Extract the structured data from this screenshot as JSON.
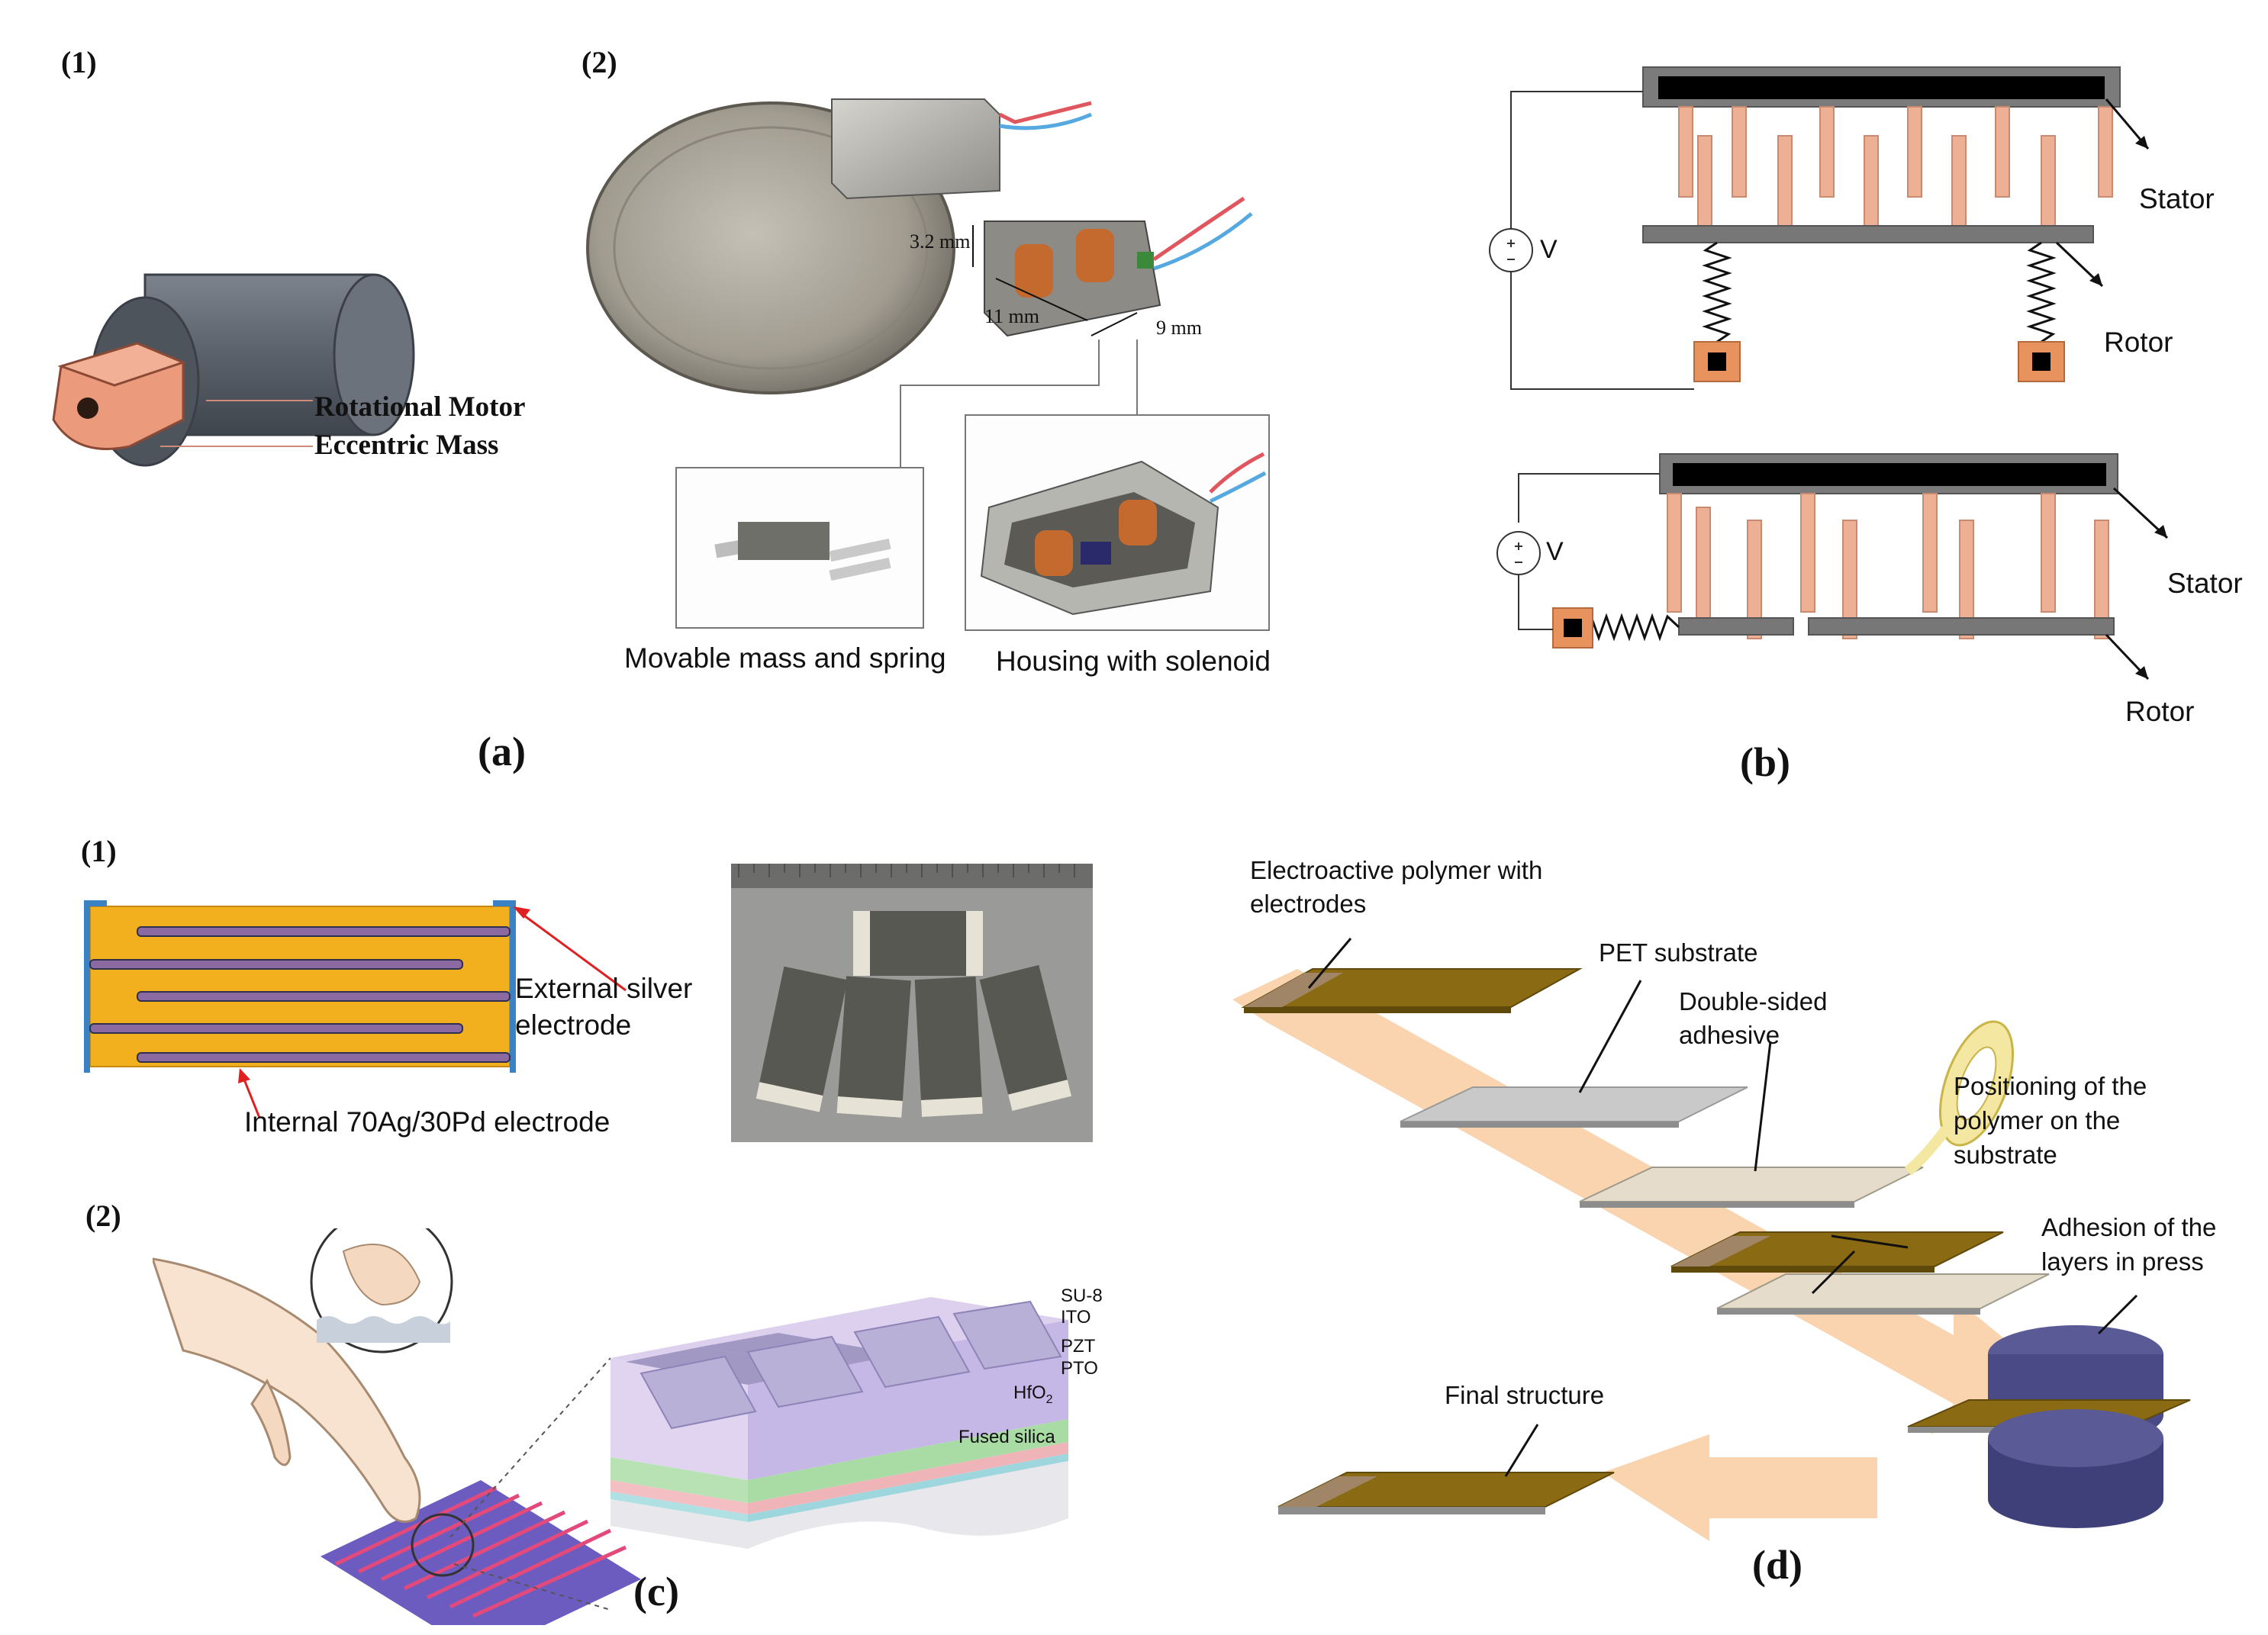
{
  "panel_a": {
    "caption": "(a)",
    "sub1": {
      "tag": "(1)",
      "label_motor": "Rotational Motor",
      "label_mass": "Eccentric Mass"
    },
    "sub2": {
      "tag": "(2)",
      "dim_height": "3.2 mm",
      "dim_length": "11 mm",
      "dim_width": "9 mm",
      "inset_left_caption": "Movable mass and spring",
      "inset_right_caption": "Housing with solenoid"
    }
  },
  "panel_b": {
    "caption": "(b)",
    "top": {
      "voltage": "V",
      "stator": "Stator",
      "rotor": "Rotor"
    },
    "bottom": {
      "voltage": "V",
      "stator": "Stator",
      "rotor": "Rotor"
    }
  },
  "panel_c": {
    "caption": "(c)",
    "sub1": {
      "tag": "(1)",
      "external_label_line1": "External silver",
      "external_label_line2": "electrode",
      "internal_label": "Internal 70Ag/30Pd electrode"
    },
    "sub2": {
      "tag": "(2)",
      "layers": [
        "SU-8",
        "ITO",
        "PZT",
        "PTO",
        "HfO",
        "Fused silica"
      ],
      "hfo_subscript": "2"
    }
  },
  "panel_d": {
    "caption": "(d)",
    "step_polymer_line1": "Electroactive polymer with",
    "step_polymer_line2": "electrodes",
    "step_pet": "PET substrate",
    "step_adhesive_line1": "Double-sided",
    "step_adhesive_line2": "adhesive",
    "step_position_line1": "Positioning of the",
    "step_position_line2": "polymer on the",
    "step_position_line3": "substrate",
    "step_press_line1": "Adhesion of the",
    "step_press_line2": "layers in press",
    "step_final": "Final structure"
  },
  "colors": {
    "copper": "#e9987a",
    "motor_gray": "#5f6670",
    "finger_copper": "#e8a98a",
    "polymer_gold": "#8a6a12",
    "arrow_orange": "#f8cfa6",
    "press_purple": "#4a4a86",
    "electrode_orange": "#f2b01e"
  }
}
